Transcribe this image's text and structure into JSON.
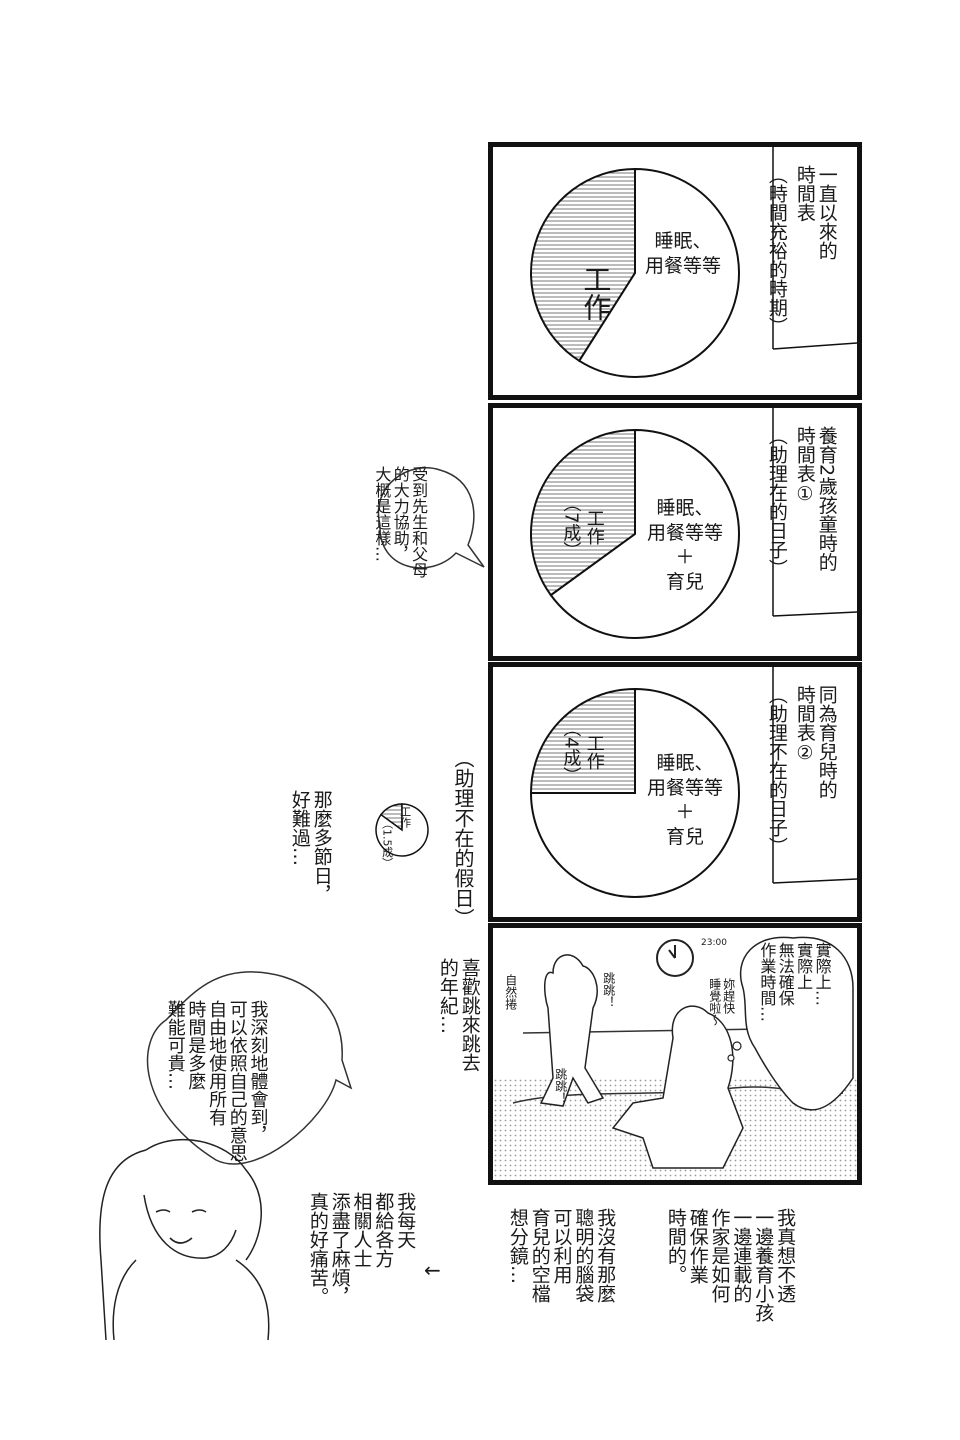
{
  "panel1": {
    "title_lines": [
      "一直以來的",
      "時間表"
    ],
    "subtitle": "（時間充裕的時期）",
    "work_label": "工作",
    "sleep_label": "睡眠、\n用餐等等",
    "chart": {
      "type": "pie",
      "work_fraction": 0.41
    }
  },
  "panel2": {
    "title_lines": [
      "養育2歲孩童時的",
      "時間表①"
    ],
    "subtitle": "（助理在的日子）",
    "work_label": "工作\n（7成）",
    "sleep_label": "睡眠、\n用餐等等\n＋\n育兒",
    "chart": {
      "type": "pie",
      "work_fraction": 0.35
    },
    "note": [
      "受到先生和父母",
      "的大力協助，",
      "大概是這樣…"
    ]
  },
  "panel3": {
    "title_lines": [
      "同為育兒時的",
      "時間表②"
    ],
    "subtitle": "（助理不在的日子）",
    "work_label": "工作\n（4成）",
    "sleep_label": "睡眠、\n用餐等等\n＋\n育兒",
    "chart": {
      "type": "pie",
      "work_fraction": 0.25
    },
    "holiday_label": "（助理不在的假日）",
    "small_pie_label": "工作",
    "small_pie_value": "（1.5成）",
    "small_chart": {
      "type": "pie",
      "work_fraction": 0.15
    },
    "holiday_note": [
      "那麼多節日，",
      "好難過…"
    ]
  },
  "panel4": {
    "clock_time": "23:00",
    "bubble": [
      "實際上…",
      "實際上",
      "無法確保",
      "作業時間…"
    ],
    "mom_speech": [
      "妳趕快",
      "睡覺啦～"
    ],
    "jump1": "跳跳！",
    "jump2": "跳跳！",
    "curly": "自然捲",
    "side_note": [
      "喜歡跳來跳去",
      "的年紀…"
    ]
  },
  "narration": {
    "col_right": [
      "我真想不透",
      "一邊養育小孩",
      "一邊連載的",
      "作家是如何",
      "確保作業",
      "時間的。"
    ],
    "col_middle": [
      "我沒有那麼",
      "聰明的腦袋",
      "可以利用",
      "育兒的空檔",
      "想分鏡…"
    ],
    "col_left": [
      "我每天",
      "都給各方",
      "相關人士",
      "添盡了麻煩，",
      "真的好痛苦。"
    ],
    "arrow": "←"
  },
  "character_bubble": [
    "我深刻地體會到，",
    "可以依照自己的意思",
    "自由地使用所有",
    "時間是多麼",
    "難能可貴…"
  ]
}
